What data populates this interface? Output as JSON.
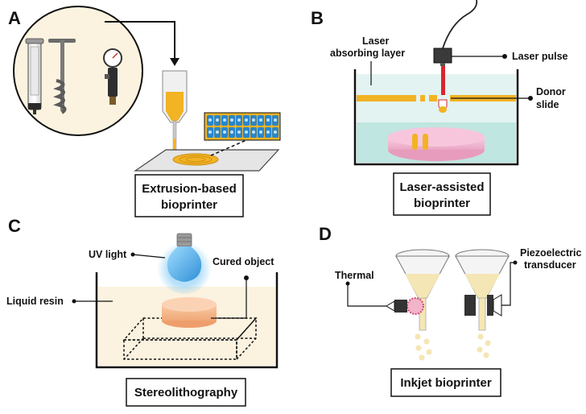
{
  "colors": {
    "accent_yellow": "#f2b324",
    "bath_blue": "#cfeae6",
    "dish_pink": "#f3b8d3",
    "resin_cream": "#fbf2e0",
    "cured_peach": "#f4b58a",
    "laser_red": "#d8262d",
    "uv_blue": "#3fa9e6",
    "ink_cream": "#f5e6b5",
    "nozzle_grid_blue": "#2a86c9"
  },
  "panels": {
    "a": {
      "letter": "A",
      "caption_line1": "Extrusion-based",
      "caption_line2": "bioprinter",
      "inset_tools": [
        "syringe-icon",
        "auger-screw-icon",
        "pressure-gauge-icon"
      ]
    },
    "b": {
      "letter": "B",
      "label_laser_absorbing_line1": "Laser",
      "label_laser_absorbing_line2": "absorbing layer",
      "label_laser_pulse": "Laser pulse",
      "label_donor_line1": "Donor",
      "label_donor_line2": "slide",
      "caption_line1": "Laser-assisted",
      "caption_line2": "bioprinter"
    },
    "c": {
      "letter": "C",
      "label_uv_light": "UV light",
      "label_cured_object": "Cured object",
      "label_liquid_resin": "Liquid resin",
      "caption": "Stereolithography"
    },
    "d": {
      "letter": "D",
      "label_thermal": "Thermal",
      "label_piezo_line1": "Piezoelectric",
      "label_piezo_line2": "transducer",
      "caption": "Inkjet bioprinter"
    }
  }
}
